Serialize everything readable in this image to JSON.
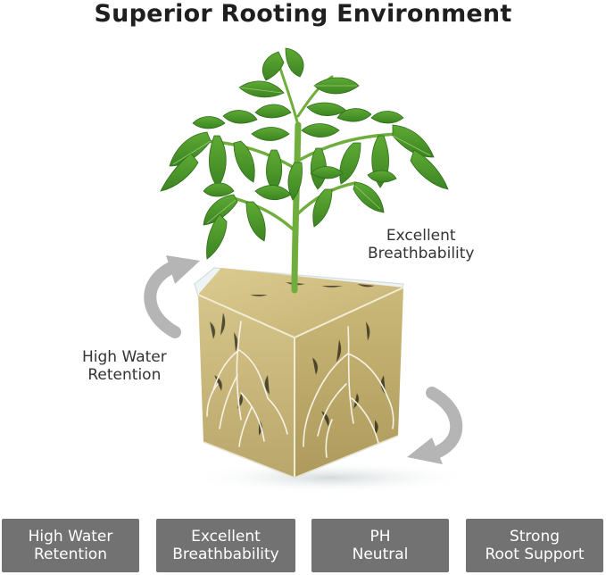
{
  "title": "Superior Rooting Environment",
  "annotations": {
    "breathability": "Excellent\nBreathbability",
    "water_retention": "High Water\nRetention"
  },
  "features": [
    {
      "label": "High Water\nRetention"
    },
    {
      "label": "Excellent\nBreathbability"
    },
    {
      "label": "PH\nNeutral"
    },
    {
      "label": "Strong\nRoot Support"
    }
  ],
  "icons": {
    "plant": "tomato-seedling-icon",
    "cube": "rockwool-cube-icon",
    "arrow_left": "curved-arrow-up-icon",
    "arrow_right": "curved-arrow-down-icon"
  },
  "colors": {
    "leaf": "#4e9a2a",
    "leaf_dark": "#2f6e1a",
    "stem": "#6fae3c",
    "cube_fill": "#c9b77a",
    "feature_bg": "#727272",
    "arrow": "#b5b5b5"
  }
}
